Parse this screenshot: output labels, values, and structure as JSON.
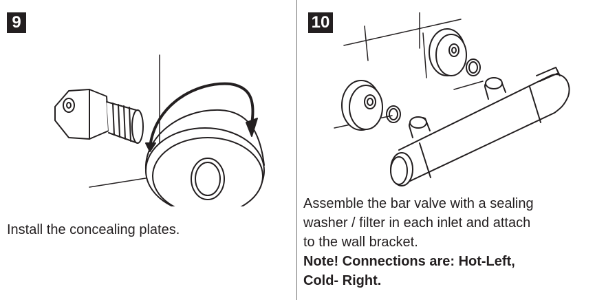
{
  "step9": {
    "number": "9",
    "caption": "Install the concealing plates."
  },
  "step10": {
    "number": "10",
    "caption_line1": "Assemble the bar valve with a sealing",
    "caption_line2": "washer / filter in each inlet and attach",
    "caption_line3": "to the wall bracket.",
    "note_line1": "Note! Connections are: Hot-Left,",
    "note_line2": "Cold- Right."
  },
  "colors": {
    "ink": "#231f20",
    "divider": "#6d6d6d",
    "background": "#ffffff"
  },
  "icons": {
    "step9_illustration": "concealing-plate-rotation-icon",
    "step10_illustration": "bar-valve-assembly-icon"
  }
}
